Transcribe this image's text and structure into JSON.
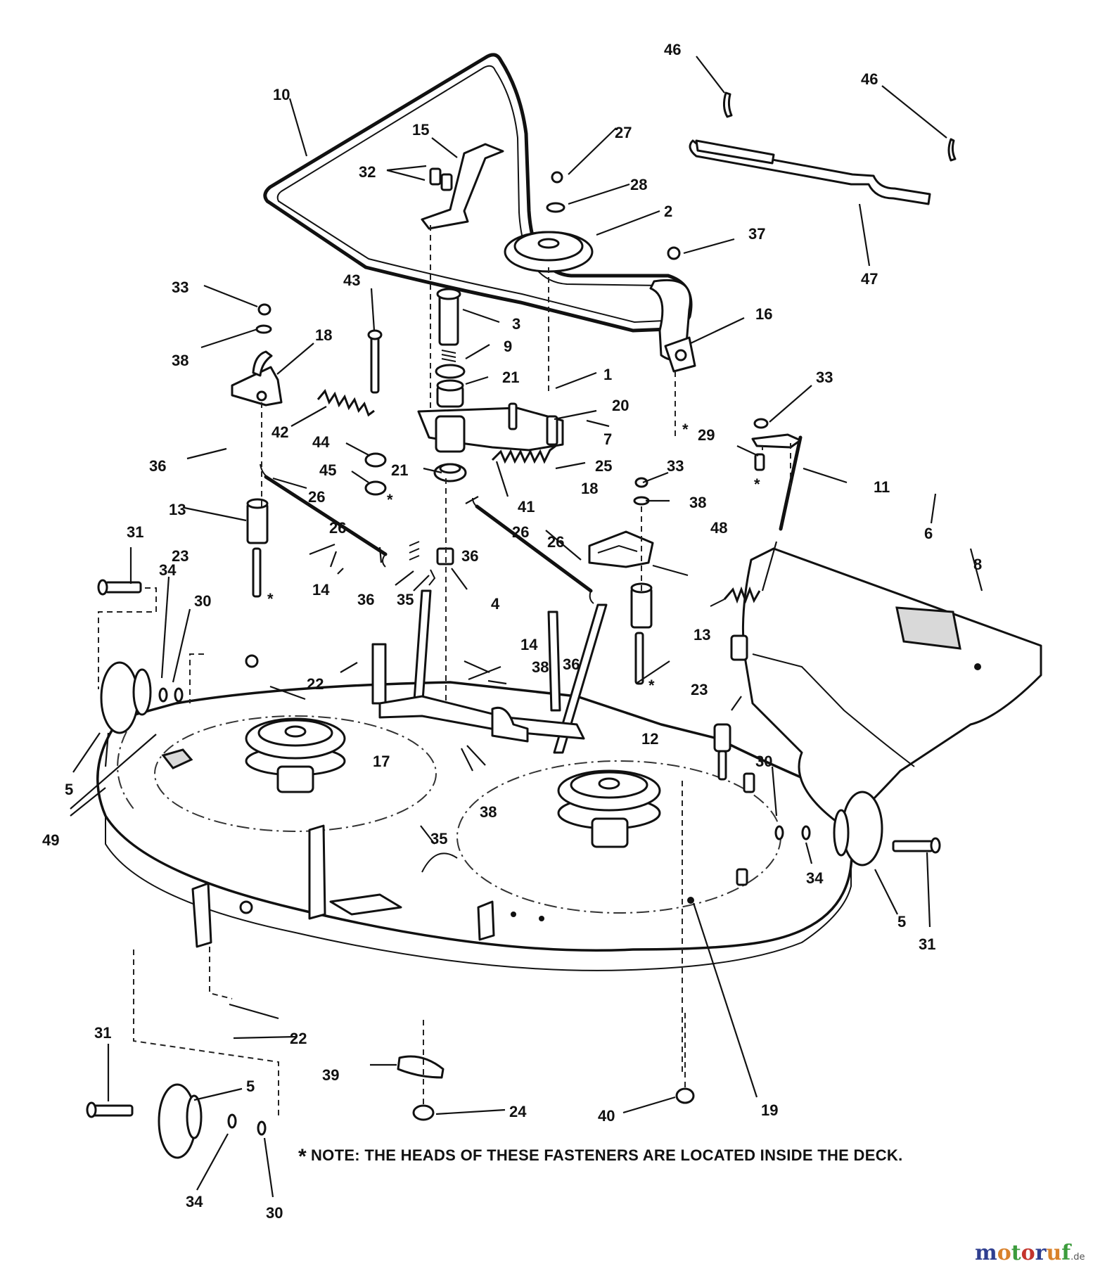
{
  "diagram": {
    "callouts": [
      "1",
      "2",
      "3",
      "4",
      "5",
      "6",
      "7",
      "8",
      "9",
      "10",
      "11",
      "12",
      "13",
      "14",
      "15",
      "16",
      "17",
      "18",
      "19",
      "20",
      "21",
      "22",
      "23",
      "24",
      "25",
      "26",
      "27",
      "28",
      "29",
      "30",
      "31",
      "32",
      "33",
      "34",
      "35",
      "36",
      "37",
      "38",
      "39",
      "40",
      "41",
      "42",
      "43",
      "44",
      "45",
      "46",
      "47",
      "48",
      "49"
    ],
    "asterisk": "*"
  },
  "note": {
    "marker": "*",
    "text": "NOTE: THE HEADS OF THESE FASTENERS ARE LOCATED INSIDE THE DECK."
  },
  "watermark": {
    "parts": [
      "m",
      "o",
      "t",
      "o",
      "r",
      "u",
      "f"
    ],
    "tld": ".de"
  }
}
